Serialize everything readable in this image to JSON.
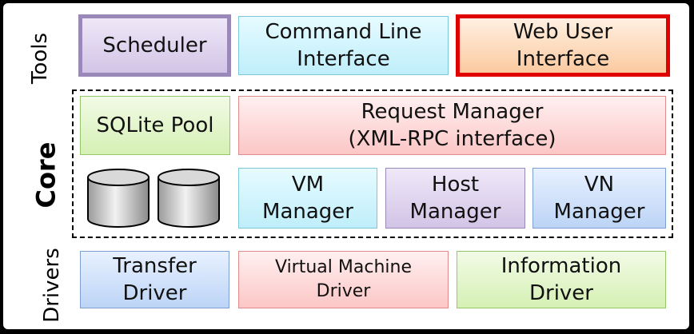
{
  "layers": {
    "tools": "Tools",
    "core": "Core",
    "drivers": "Drivers"
  },
  "tools": {
    "scheduler": "Scheduler",
    "cli_line1": "Command Line",
    "cli_line2": "Interface",
    "web_line1": "Web User",
    "web_line2": "Interface"
  },
  "core": {
    "sqlite_pool": "SQLite Pool",
    "request_line1": "Request Manager",
    "request_line2": "(XML-RPC interface)",
    "vm_line1": "VM",
    "vm_line2": "Manager",
    "host_line1": "Host",
    "host_line2": "Manager",
    "vn_line1": "VN",
    "vn_line2": "Manager"
  },
  "drivers": {
    "transfer_line1": "Transfer",
    "transfer_line2": "Driver",
    "vm_driver_line1": "Virtual Machine",
    "vm_driver_line2": "Driver",
    "info_line1": "Information",
    "info_line2": "Driver"
  },
  "highlight_color": "#e00000",
  "icons": [
    "database-cylinder-icon",
    "database-cylinder-icon"
  ]
}
